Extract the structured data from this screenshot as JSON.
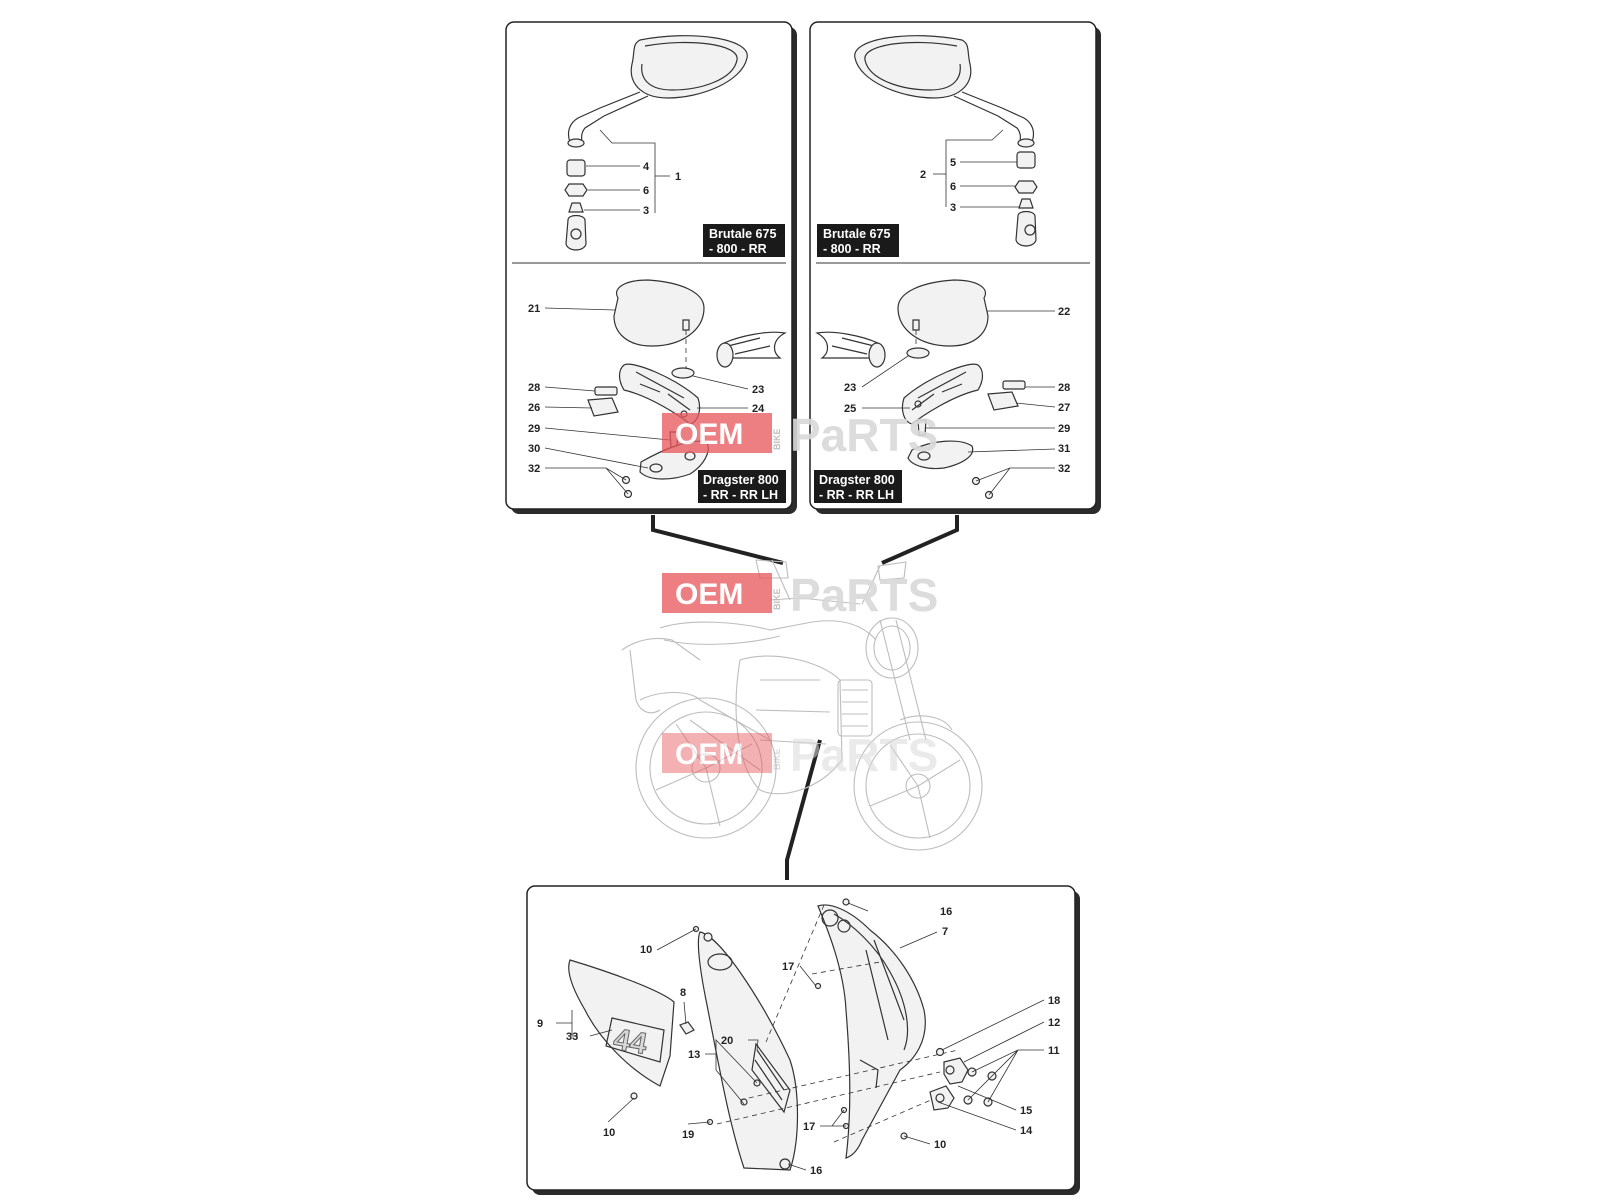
{
  "panels": {
    "top_left": {
      "upper_badge": [
        "Brutale 675",
        "- 800 - RR"
      ],
      "lower_badge": [
        "Dragster 800",
        "- RR - RR LH"
      ],
      "callouts": [
        "4",
        "6",
        "3",
        "1",
        "21",
        "28",
        "26",
        "29",
        "30",
        "32",
        "23",
        "24"
      ]
    },
    "top_right": {
      "upper_badge": [
        "Brutale 675",
        "- 800 - RR"
      ],
      "lower_badge": [
        "Dragster 800",
        "- RR - RR LH"
      ],
      "callouts": [
        "2",
        "5",
        "6",
        "3",
        "22",
        "23",
        "25",
        "28",
        "27",
        "29",
        "31",
        "32"
      ]
    },
    "bottom": {
      "callouts": [
        "10",
        "8",
        "9",
        "33",
        "13",
        "20",
        "10",
        "19",
        "16",
        "7",
        "17",
        "17",
        "18",
        "12",
        "11",
        "15",
        "14",
        "10",
        "16"
      ]
    }
  },
  "watermark": {
    "oem": "OEM",
    "bike": "BIKE",
    "parts": "PaRTS"
  },
  "decal_number": "44",
  "colors": {
    "badge_bg": "#1a1a1a",
    "watermark_red": "#e8585c",
    "line": "#333333",
    "bike_line": "#bdbdbd"
  }
}
